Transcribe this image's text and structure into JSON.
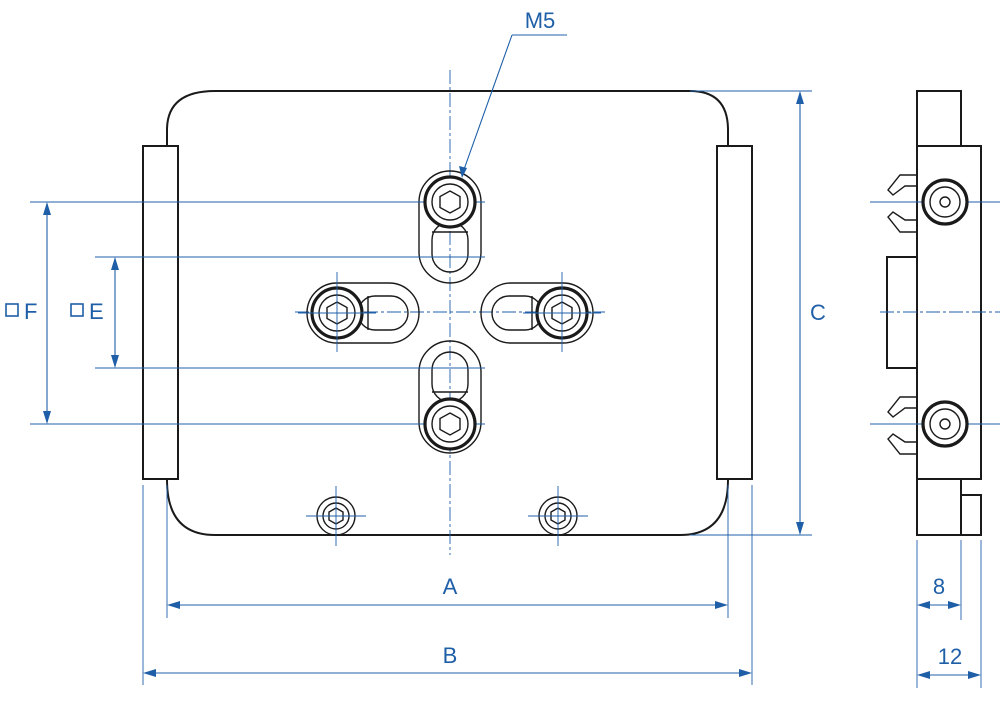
{
  "labels": {
    "thread": "M5",
    "dim_a": "A",
    "dim_b": "B",
    "dim_c": "C",
    "dim_e": "E",
    "dim_f": "F",
    "dim_8": "8",
    "dim_12": "12"
  },
  "colors": {
    "dimension": "#1f5fa8",
    "outline": "#1a1a1a"
  }
}
